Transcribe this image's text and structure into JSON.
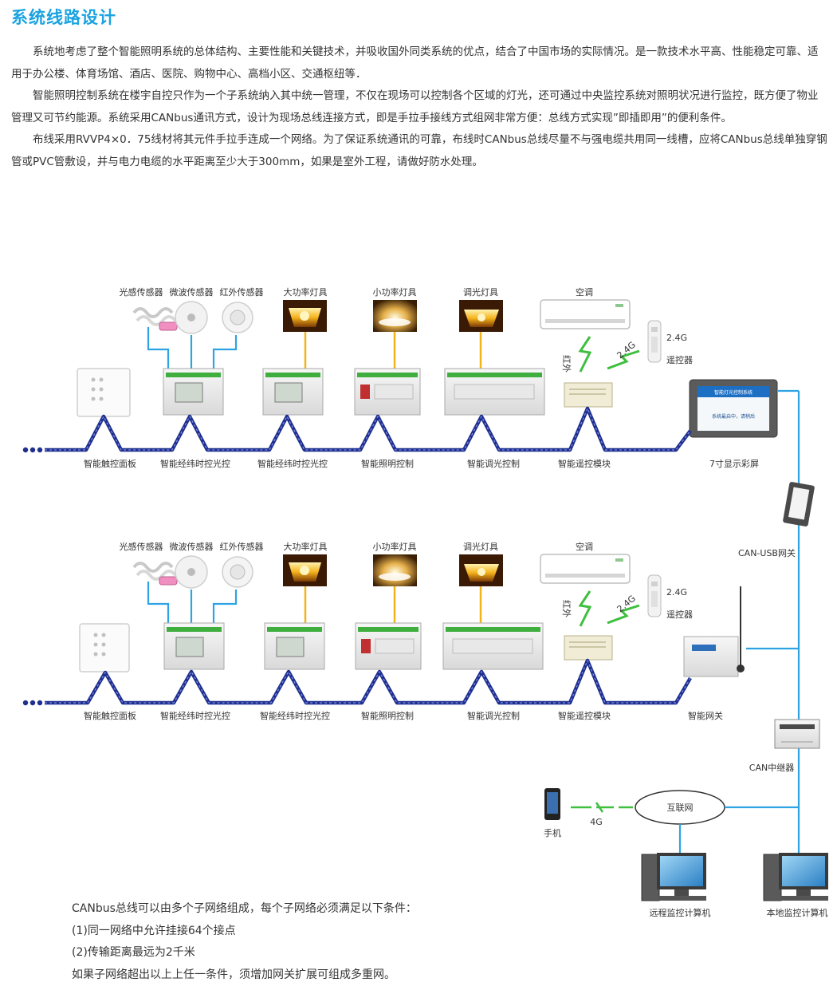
{
  "title": "系统线路设计",
  "intro": [
    "系统地考虑了整个智能照明系统的总体结构、主要性能和关键技术，并吸收国外同类系统的优点，结合了中国市场的实际情况。是一款技术水平高、性能稳定可靠、适用于办公楼、体育场馆、酒店、医院、购物中心、高档小区、交通枢纽等．",
    "智能照明控制系统在楼宇自控只作为一个子系统纳入其中统一管理，不仅在现场可以控制各个区域的灯光，还可通过中央监控系统对照明状况进行监控，既方便了物业管理又可节约能源。系统采用CANbus通讯方式，设计为现场总线连接方式，即是手拉手接线方式组网非常方便：总线方式实现”即插即用”的便利条件。",
    "布线采用RVVP4×0．75线材将其元件手拉手连成一个网络。为了保证系统通讯的可靠，布线时CANbus总线尽量不与强电缆共用同一线槽，应将CANbus总线单独穿钢管或PVC管敷设，并与电力电缆的水平距离至少大于300mm，如果是室外工程，请做好防水处理。"
  ],
  "rows": [
    {
      "top_labels": {
        "sensor_light": "光感传感器",
        "sensor_microwave": "微波传感器",
        "sensor_infrared": "红外传感器",
        "lamp_high": "大功率灯具",
        "lamp_small": "小功率灯具",
        "lamp_dim": "调光灯具",
        "aircon": "空调"
      },
      "ir_label": "红外",
      "wifi_label": "2.4G",
      "remote_freq": "2.4G",
      "remote_label": "遥控器",
      "bottom_labels": {
        "panel": "智能触控面板",
        "ctrl1": "智能经纬时控光控",
        "ctrl2": "智能经纬时控光控",
        "lighting": "智能照明控制",
        "dimming": "智能调光控制",
        "remote_module": "智能遥控模块",
        "end_device": "7寸显示彩屏"
      },
      "screen_title": "智能灯光控制系统",
      "screen_text": "系统最启中，请稍后"
    },
    {
      "top_labels": {
        "sensor_light": "光感传感器",
        "sensor_microwave": "微波传感器",
        "sensor_infrared": "红外传感器",
        "lamp_high": "大功率灯具",
        "lamp_small": "小功率灯具",
        "lamp_dim": "调光灯具",
        "aircon": "空调"
      },
      "ir_label": "红外",
      "wifi_label": "2.4G",
      "remote_freq": "2.4G",
      "remote_label": "遥控器",
      "bottom_labels": {
        "panel": "智能触控面板",
        "ctrl1": "智能经纬时控光控",
        "ctrl2": "智能经纬时控光控",
        "lighting": "智能照明控制",
        "dimming": "智能调光控制",
        "remote_module": "智能遥控模块",
        "end_device": "智能网关"
      }
    }
  ],
  "network": {
    "can_usb": "CAN-USB网关",
    "can_repeater": "CAN中继器",
    "internet": "互联网",
    "phone": "手机",
    "signal_4g": "4G",
    "remote_pc": "远程监控计算机",
    "local_pc": "本地监控计算机"
  },
  "notes": [
    "CANbus总线可以由多个子网络组成，每个子网络必须满足以下条件：",
    "(1)同一网络中允许挂接64个接点",
    "(2)传输距离最远为2千米",
    "如果子网络超出以上上任一条件，须增加网关扩展可组成多重网。"
  ],
  "colors": {
    "title": "#1aa3e0",
    "bus": "#1f2f8f",
    "link": "#2da3e3",
    "lamp_wire": "#f2b418",
    "signal": "#3fbf3f"
  }
}
